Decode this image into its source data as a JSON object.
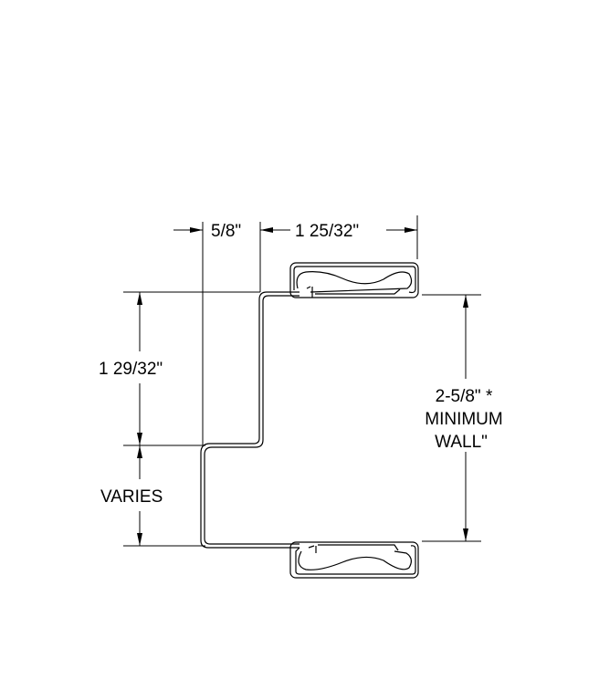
{
  "dimensions": {
    "throat_offset": "5/8\"",
    "face_width": "1 25/32\"",
    "stop_height": "1 29/32\"",
    "varies": "VARIES",
    "wall_line1": "2-5/8\" *",
    "wall_line2": "MINIMUM",
    "wall_line3": "WALL\""
  },
  "colors": {
    "line": "#000000",
    "background": "#ffffff"
  }
}
